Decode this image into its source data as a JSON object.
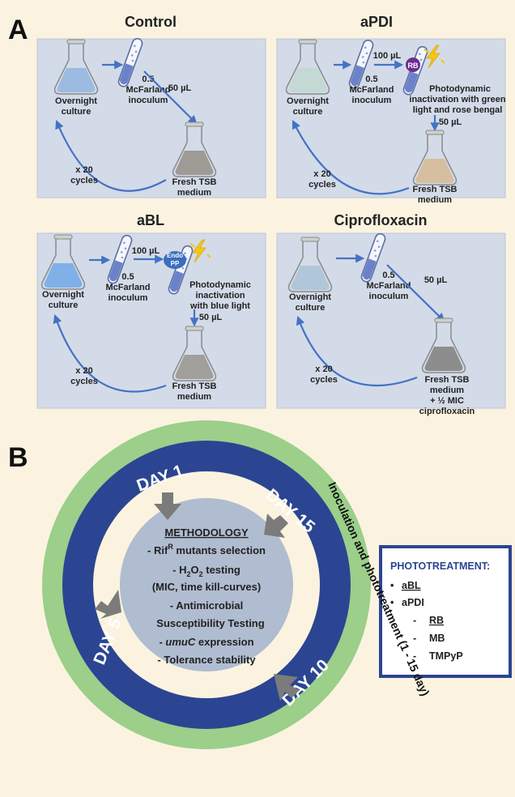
{
  "panel_a": {
    "letter": "A",
    "control": {
      "title": "Control",
      "overnight": [
        "Overnight",
        "culture"
      ],
      "inoculum": [
        "0.5",
        "McFarland",
        "inoculum"
      ],
      "vol": "50 µL",
      "fresh": [
        "Fresh TSB",
        "medium"
      ],
      "cycles": [
        "x 20",
        "cycles"
      ]
    },
    "apdi": {
      "title": "aPDI",
      "vol1": "100 µL",
      "agent": "RB",
      "overnight": [
        "Overnight",
        "culture"
      ],
      "inoculum": [
        "0.5",
        "McFarland",
        "inoculum"
      ],
      "step": [
        "Photodynamic",
        "inactivation with green",
        "light and rose bengal"
      ],
      "vol2": "50 µL",
      "fresh": [
        "Fresh TSB",
        "medium"
      ],
      "cycles": [
        "x 20",
        "cycles"
      ]
    },
    "abl": {
      "title": "aBL",
      "vol1": "100 µL",
      "agent": [
        "Endo",
        "PP"
      ],
      "overnight": [
        "Overnight",
        "culture"
      ],
      "inoculum": [
        "0.5",
        "McFarland",
        "inoculum"
      ],
      "step": [
        "Photodynamic",
        "inactivation",
        "with blue light"
      ],
      "vol2": "50 µL",
      "fresh": [
        "Fresh TSB",
        "medium"
      ],
      "cycles": [
        "x 20",
        "cycles"
      ]
    },
    "cipro": {
      "title": "Ciprofloxacin",
      "overnight": [
        "Overnight",
        "culture"
      ],
      "inoculum": [
        "0.5",
        "McFarland",
        "inoculum"
      ],
      "vol": "50 µL",
      "fresh": [
        "Fresh TSB",
        "medium",
        "+ ½ MIC",
        "ciprofloxacin"
      ],
      "cycles": [
        "x 20",
        "cycles"
      ]
    }
  },
  "panel_b": {
    "letter": "B",
    "days": {
      "day1": "DAY 1",
      "day5": "DAY 5",
      "day10": "DAY 10",
      "day15": "DAY 15"
    },
    "ring_label": "Inoculation and phototreatment (1 - 15 day)",
    "methodology": {
      "title": "METHODOLOGY",
      "item1a": "- Rif",
      "item1sup": "R",
      "item1b": " mutants selection",
      "item2a": "- H",
      "item2sub1": "2",
      "item2b": "O",
      "item2sub2": "2",
      "item2c": " testing",
      "item3": "(MIC, time kill-curves)",
      "item4": "- Antimicrobial",
      "item5": "Susceptibility Testing",
      "item6a": "- ",
      "item6b": "umuC",
      "item6c": " expression",
      "item7": "-  Tolerance stability"
    },
    "phototreatment": {
      "title": "PHOTOTREATMENT:",
      "items": [
        "aBL",
        "aPDI"
      ],
      "subitems": [
        "RB",
        "MB",
        "TMPyP"
      ]
    }
  }
}
